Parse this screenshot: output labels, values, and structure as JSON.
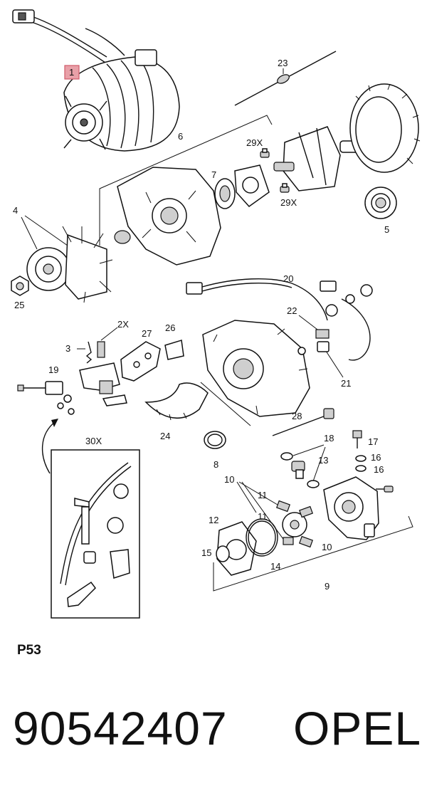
{
  "diagram": {
    "highlight_color": "#e8a0a8",
    "labels": {
      "l1": "1",
      "l2x": "2X",
      "l3": "3",
      "l4": "4",
      "l5": "5",
      "l6": "6",
      "l7": "7",
      "l8": "8",
      "l9": "9",
      "l10a": "10",
      "l10b": "10",
      "l11a": "11",
      "l11b": "11",
      "l12": "12",
      "l13": "13",
      "l14": "14",
      "l15": "15",
      "l16a": "16",
      "l16b": "16",
      "l17": "17",
      "l18": "18",
      "l19": "19",
      "l20": "20",
      "l21": "21",
      "l22": "22",
      "l23": "23",
      "l24": "24",
      "l25": "25",
      "l26": "26",
      "l27": "27",
      "l28": "28",
      "l29xa": "29X",
      "l29xb": "29X",
      "l30x": "30X"
    }
  },
  "page_code": "P53",
  "part_number": "90542407",
  "brand": "OPEL"
}
